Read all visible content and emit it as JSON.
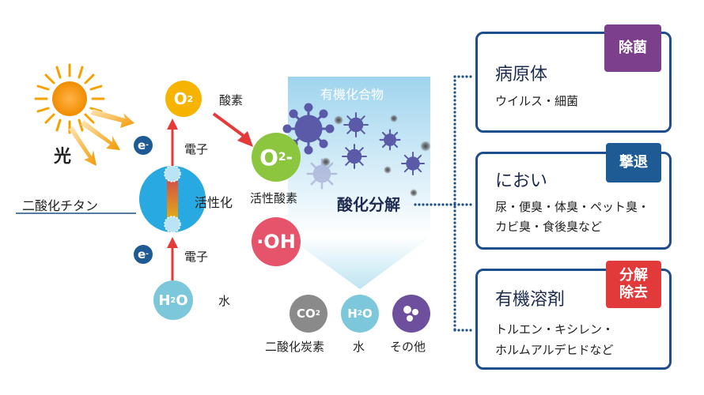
{
  "left": {
    "light": "光",
    "titanium_dioxide": "二酸化チタン",
    "activation": "活性化",
    "electron_top": "電子",
    "electron_bottom": "電子",
    "e_symbol": "e",
    "e_sup": "-",
    "oxygen_symbol": "O",
    "oxygen_sub": "2",
    "oxygen_label": "酸素",
    "water_symbol": "H",
    "water_sub": "2",
    "water_tail": "O",
    "water_label": "水"
  },
  "center": {
    "organic": "有機化合物",
    "active_oxygen_label": "活性酸素",
    "superoxide_symbol": "O",
    "superoxide_sub": "2",
    "superoxide_sup": "-",
    "oh_symbol": "·OH",
    "decomposition": "酸化分解"
  },
  "products": [
    {
      "symbol": "CO",
      "sub": "2",
      "tail": "",
      "label": "二酸化炭素",
      "color": "#8a8a8a"
    },
    {
      "symbol": "H",
      "sub": "2",
      "tail": "O",
      "label": "水",
      "color": "#7cc7da"
    },
    {
      "symbol": "",
      "sub": "",
      "tail": "",
      "label": "その他",
      "color": "#6e4f9e"
    }
  ],
  "cards": [
    {
      "title": "病原体",
      "lines": [
        "ウイルス・細菌"
      ],
      "badge": "除菌",
      "badge_color": "#7b3f8c"
    },
    {
      "title": "におい",
      "lines": [
        "尿・便臭・体臭・ペット臭・",
        "カビ臭・食後臭など"
      ],
      "badge": "撃退",
      "badge_color": "#1e5a94"
    },
    {
      "title": "有機溶剤",
      "lines": [
        "トルエン・キシレン・",
        "ホルムアルデヒドなど"
      ],
      "badge": "分解除去",
      "badge_line1": "分解",
      "badge_line2": "除去",
      "badge_color": "#e23a3a"
    }
  ],
  "colors": {
    "sun": "#f39800",
    "titanium": "#29a9e1",
    "oxygen": "#f6b300",
    "superoxide": "#8cc63f",
    "hydroxyl": "#e5546a",
    "water": "#7cc7da",
    "electron": "#1e5a94",
    "card_border": "#1e4e8c",
    "virus": "#5a5aa8"
  },
  "icons": [
    "sun-icon",
    "virus-icon",
    "arrow-icon",
    "dotted-connector"
  ]
}
